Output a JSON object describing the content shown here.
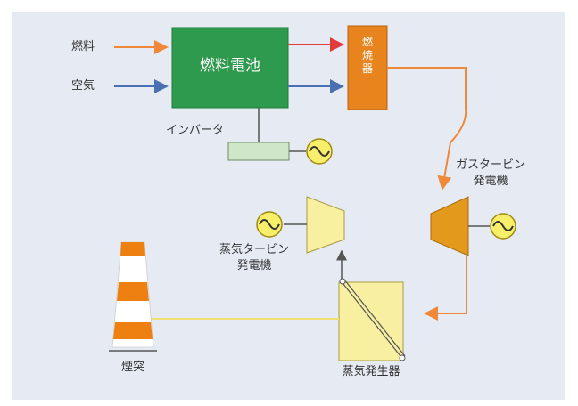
{
  "labels": {
    "fuel": "燃料",
    "air": "空気",
    "fuel_cell": "燃料電池",
    "inverter": "インバータ",
    "combustor": "燃焼器",
    "gas_turbine_gen_line1": "ガスタービン",
    "gas_turbine_gen_line2": "発電機",
    "steam_turbine_gen_line1": "蒸気タービン",
    "steam_turbine_gen_line2": "発電機",
    "chimney": "煙突",
    "steam_generator": "蒸気発生器"
  },
  "colors": {
    "background": "#e6ebf3",
    "fuel_line": "#f0883a",
    "air_line": "#4a6fb3",
    "red_line": "#e03a3a",
    "fuel_cell": "#2e9a4d",
    "combustor": "#e8841d",
    "turbine": "#e39a1c",
    "generator": "#f7ee6a",
    "inverter": "#cfe6c8",
    "steam_gen": "#f8f0a0",
    "chimney_orange": "#ee8012",
    "yellow_line": "#f2df72"
  },
  "icons": {
    "generator": "sine-wave-in-circle",
    "chimney": "striped-chimney"
  }
}
